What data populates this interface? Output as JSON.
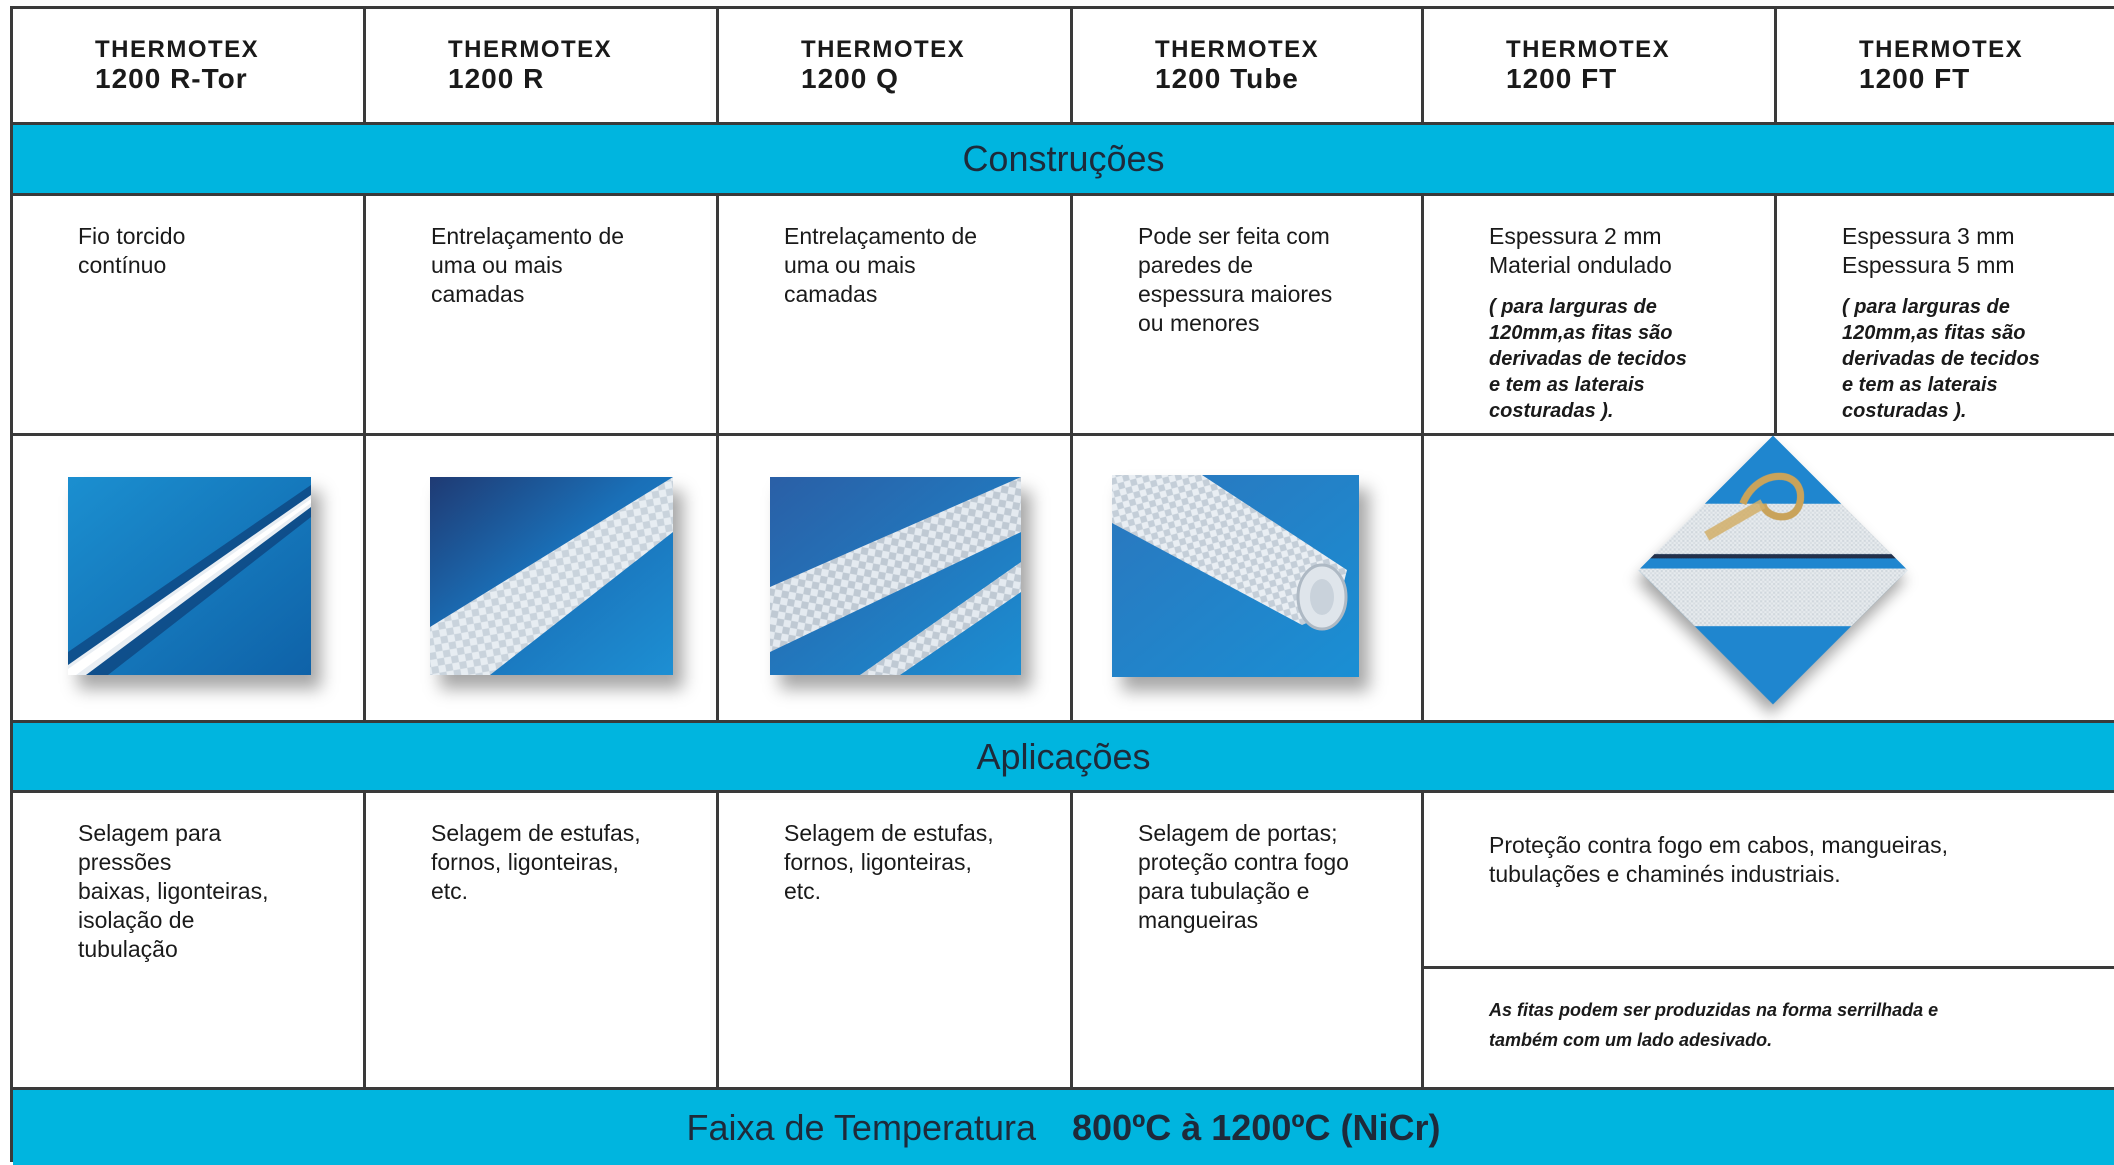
{
  "header": {
    "columns": [
      {
        "brand": "THERMOTEX",
        "model": "1200 R-Tor"
      },
      {
        "brand": "THERMOTEX",
        "model": "1200 R"
      },
      {
        "brand": "THERMOTEX",
        "model": "1200 Q"
      },
      {
        "brand": "THERMOTEX",
        "model": "1200 Tube"
      },
      {
        "brand": "THERMOTEX",
        "model": "1200 FT"
      },
      {
        "brand": "THERMOTEX",
        "model": "1200 FT"
      }
    ]
  },
  "sections": {
    "constructions": "Construções",
    "applications": "Aplicações",
    "temperature_label": "Faixa de Temperatura",
    "temperature_value": "800ºC à 1200ºC (NiCr)"
  },
  "constructions": [
    {
      "lines": [
        "Fio torcido",
        "contínuo"
      ]
    },
    {
      "lines": [
        "Entrelaçamento de",
        "uma ou mais",
        "camadas"
      ]
    },
    {
      "lines": [
        "Entrelaçamento de",
        "uma ou mais",
        "camadas"
      ]
    },
    {
      "lines": [
        "Pode ser feita com",
        "paredes de",
        "espessura maiores",
        "ou menores"
      ]
    },
    {
      "lines": [
        "Espessura 2 mm",
        "Material ondulado"
      ],
      "note": [
        "( para larguras de",
        "120mm,as fitas são",
        "derivadas de tecidos",
        "e tem as laterais",
        "costuradas )."
      ]
    },
    {
      "lines": [
        "Espessura 3 mm",
        "Espessura 5 mm"
      ],
      "note": [
        "( para larguras de",
        "120mm,as fitas são",
        "derivadas de tecidos",
        "e tem as laterais",
        "costuradas )."
      ]
    }
  ],
  "applications": [
    {
      "lines": [
        "Selagem para",
        "pressões",
        "baixas, ligonteiras,",
        "isolação de",
        "tubulação"
      ]
    },
    {
      "lines": [
        "Selagem de estufas,",
        "fornos, ligonteiras,",
        "etc."
      ]
    },
    {
      "lines": [
        "Selagem de estufas,",
        "fornos, ligonteiras,",
        "etc."
      ]
    },
    {
      "lines": [
        "Selagem de portas;",
        "proteção contra fogo",
        "para tubulação e",
        "mangueiras"
      ]
    },
    {
      "lines": [
        "Proteção contra fogo em cabos, mangueiras,",
        "tubulações e chaminés industriais."
      ]
    }
  ],
  "tape_note": [
    "As fitas podem ser produzidas na forma serrilhada e",
    "também com um lado adesivado."
  ],
  "colors": {
    "band": "#00b5df",
    "photo_blue": "#1a7fc0",
    "rule": "#3a3a3a"
  }
}
